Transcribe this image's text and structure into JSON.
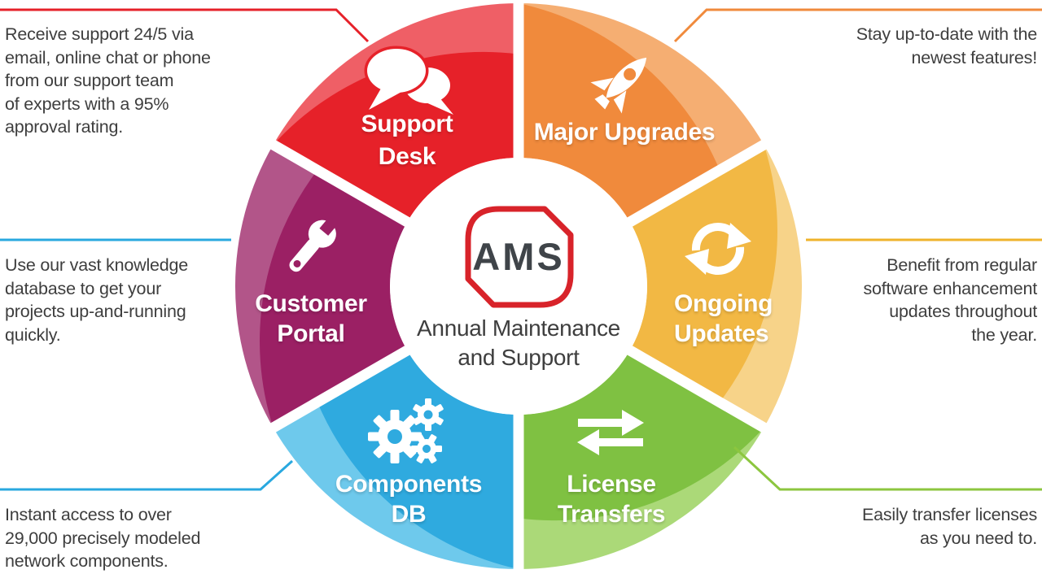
{
  "title": "AMS Annual Maintenance and Support wheel",
  "center": {
    "badge": "AMS",
    "subtitle": "Annual Maintenance\nand Support",
    "badge_border_color": "#d8232a",
    "text_color": "#3e3e3e"
  },
  "wedges": [
    {
      "id": "support-desk",
      "label": "Support\nDesk",
      "icon": "chat-bubbles-icon",
      "color": "#e62129",
      "color_light": "#ef5f66"
    },
    {
      "id": "major-upgrades",
      "label": "Major Upgrades",
      "icon": "rocket-icon",
      "color": "#f08a3c",
      "color_light": "#f5ae72"
    },
    {
      "id": "ongoing-updates",
      "label": "Ongoing\nUpdates",
      "icon": "sync-arrows-icon",
      "color": "#f2b844",
      "color_light": "#f7d389"
    },
    {
      "id": "license-transfers",
      "label": "License\nTransfers",
      "icon": "transfer-arrows-icon",
      "color": "#7fc142",
      "color_light": "#abd978"
    },
    {
      "id": "components-db",
      "label": "Components\nDB",
      "icon": "gears-icon",
      "color": "#2faadf",
      "color_light": "#6ec9ec"
    },
    {
      "id": "customer-portal",
      "label": "Customer\nPortal",
      "icon": "wrench-icon",
      "color": "#9b2064",
      "color_light": "#b25589"
    }
  ],
  "callouts": [
    {
      "id": "support",
      "text": "Receive support 24/5 via\nemail, online chat or phone\nfrom our support team\nof experts with a 95%\napproval rating.",
      "line_color": "#e62129"
    },
    {
      "id": "upgrades",
      "text": "Stay up-to-date with the\nnewest features!",
      "line_color": "#f08a3c"
    },
    {
      "id": "updates",
      "text": "Benefit from regular\nsoftware enhancement\nupdates throughout\nthe year.",
      "line_color": "#efb32b"
    },
    {
      "id": "transfers",
      "text": "Easily transfer licenses\nas you need to.",
      "line_color": "#8cc63f"
    },
    {
      "id": "components",
      "text": "Instant access to over\n29,000 precisely modeled\nnetwork components.",
      "line_color": "#29a8df"
    },
    {
      "id": "knowledge",
      "text": "Use our vast knowledge\ndatabase to get your\nprojects up-and-running\nquickly.",
      "line_color": "#29a8df"
    }
  ]
}
